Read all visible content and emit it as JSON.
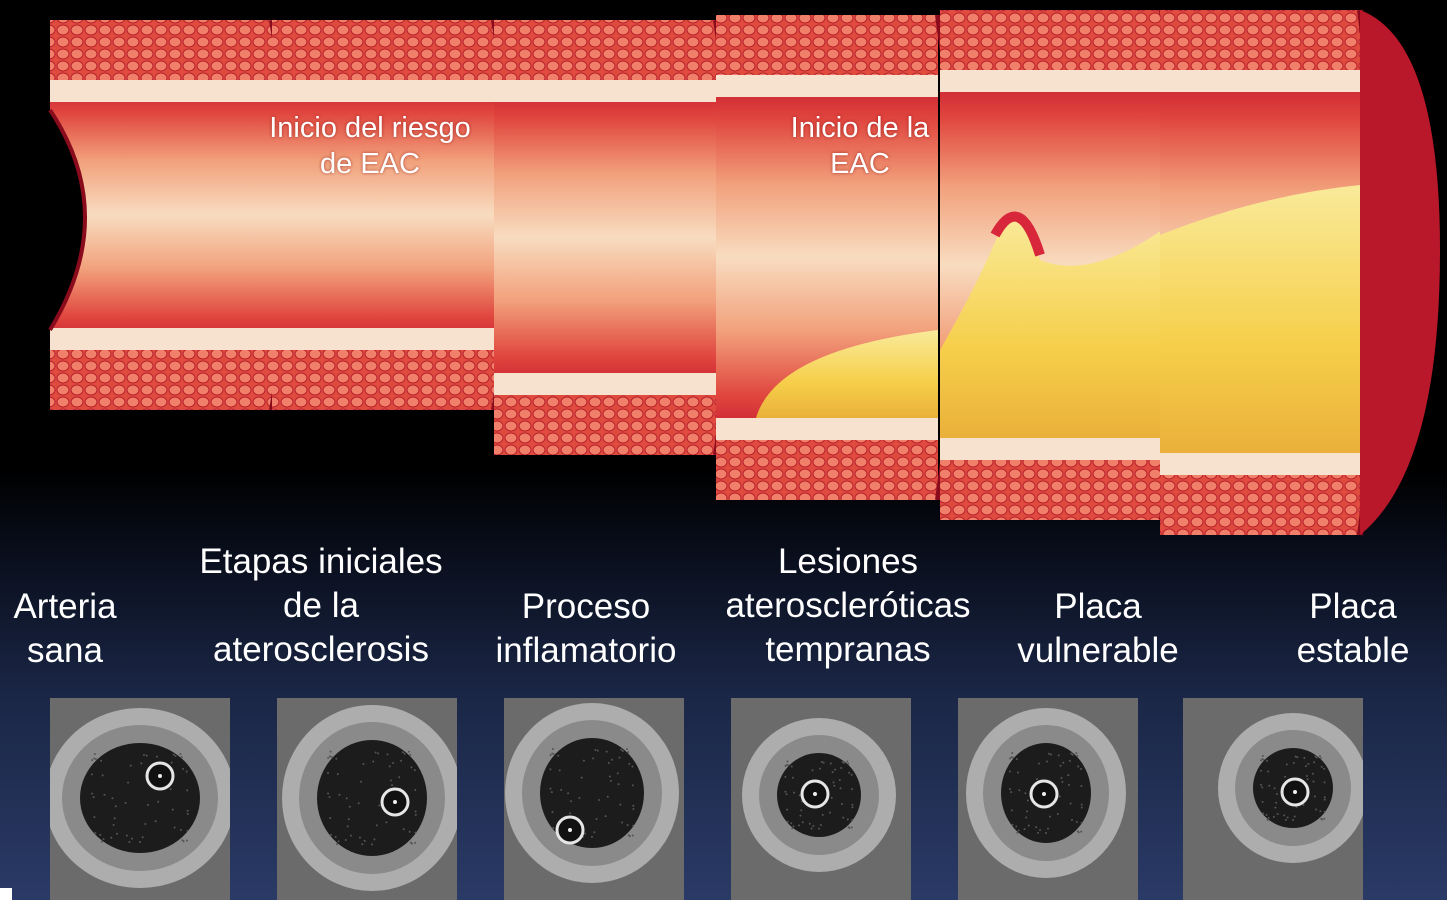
{
  "overlay_labels": {
    "risk_onset": "Inicio del riesgo\nde EAC",
    "disease_onset": "Inicio de la\nEAC"
  },
  "stages": [
    {
      "id": "healthy",
      "label": "Arteria\nsana"
    },
    {
      "id": "early",
      "label": "Etapas iniciales\nde la\naterosclerosis"
    },
    {
      "id": "inflammatory",
      "label": "Proceso\ninflamatorio"
    },
    {
      "id": "early-lesions",
      "label": "Lesiones\nateroscleróticas\ntempranas"
    },
    {
      "id": "vulnerable",
      "label": "Placa\nvulnerable"
    },
    {
      "id": "stable",
      "label": "Placa\nestable"
    }
  ],
  "colors": {
    "background": "#000000",
    "vessel_wall": "#d8263a",
    "lumen_blood": "#f3c9a8",
    "plaque": "#f7d24e",
    "label_text": "#ffffff"
  },
  "icons": {
    "ivus_images": "intravascular-ultrasound-cross-section"
  }
}
